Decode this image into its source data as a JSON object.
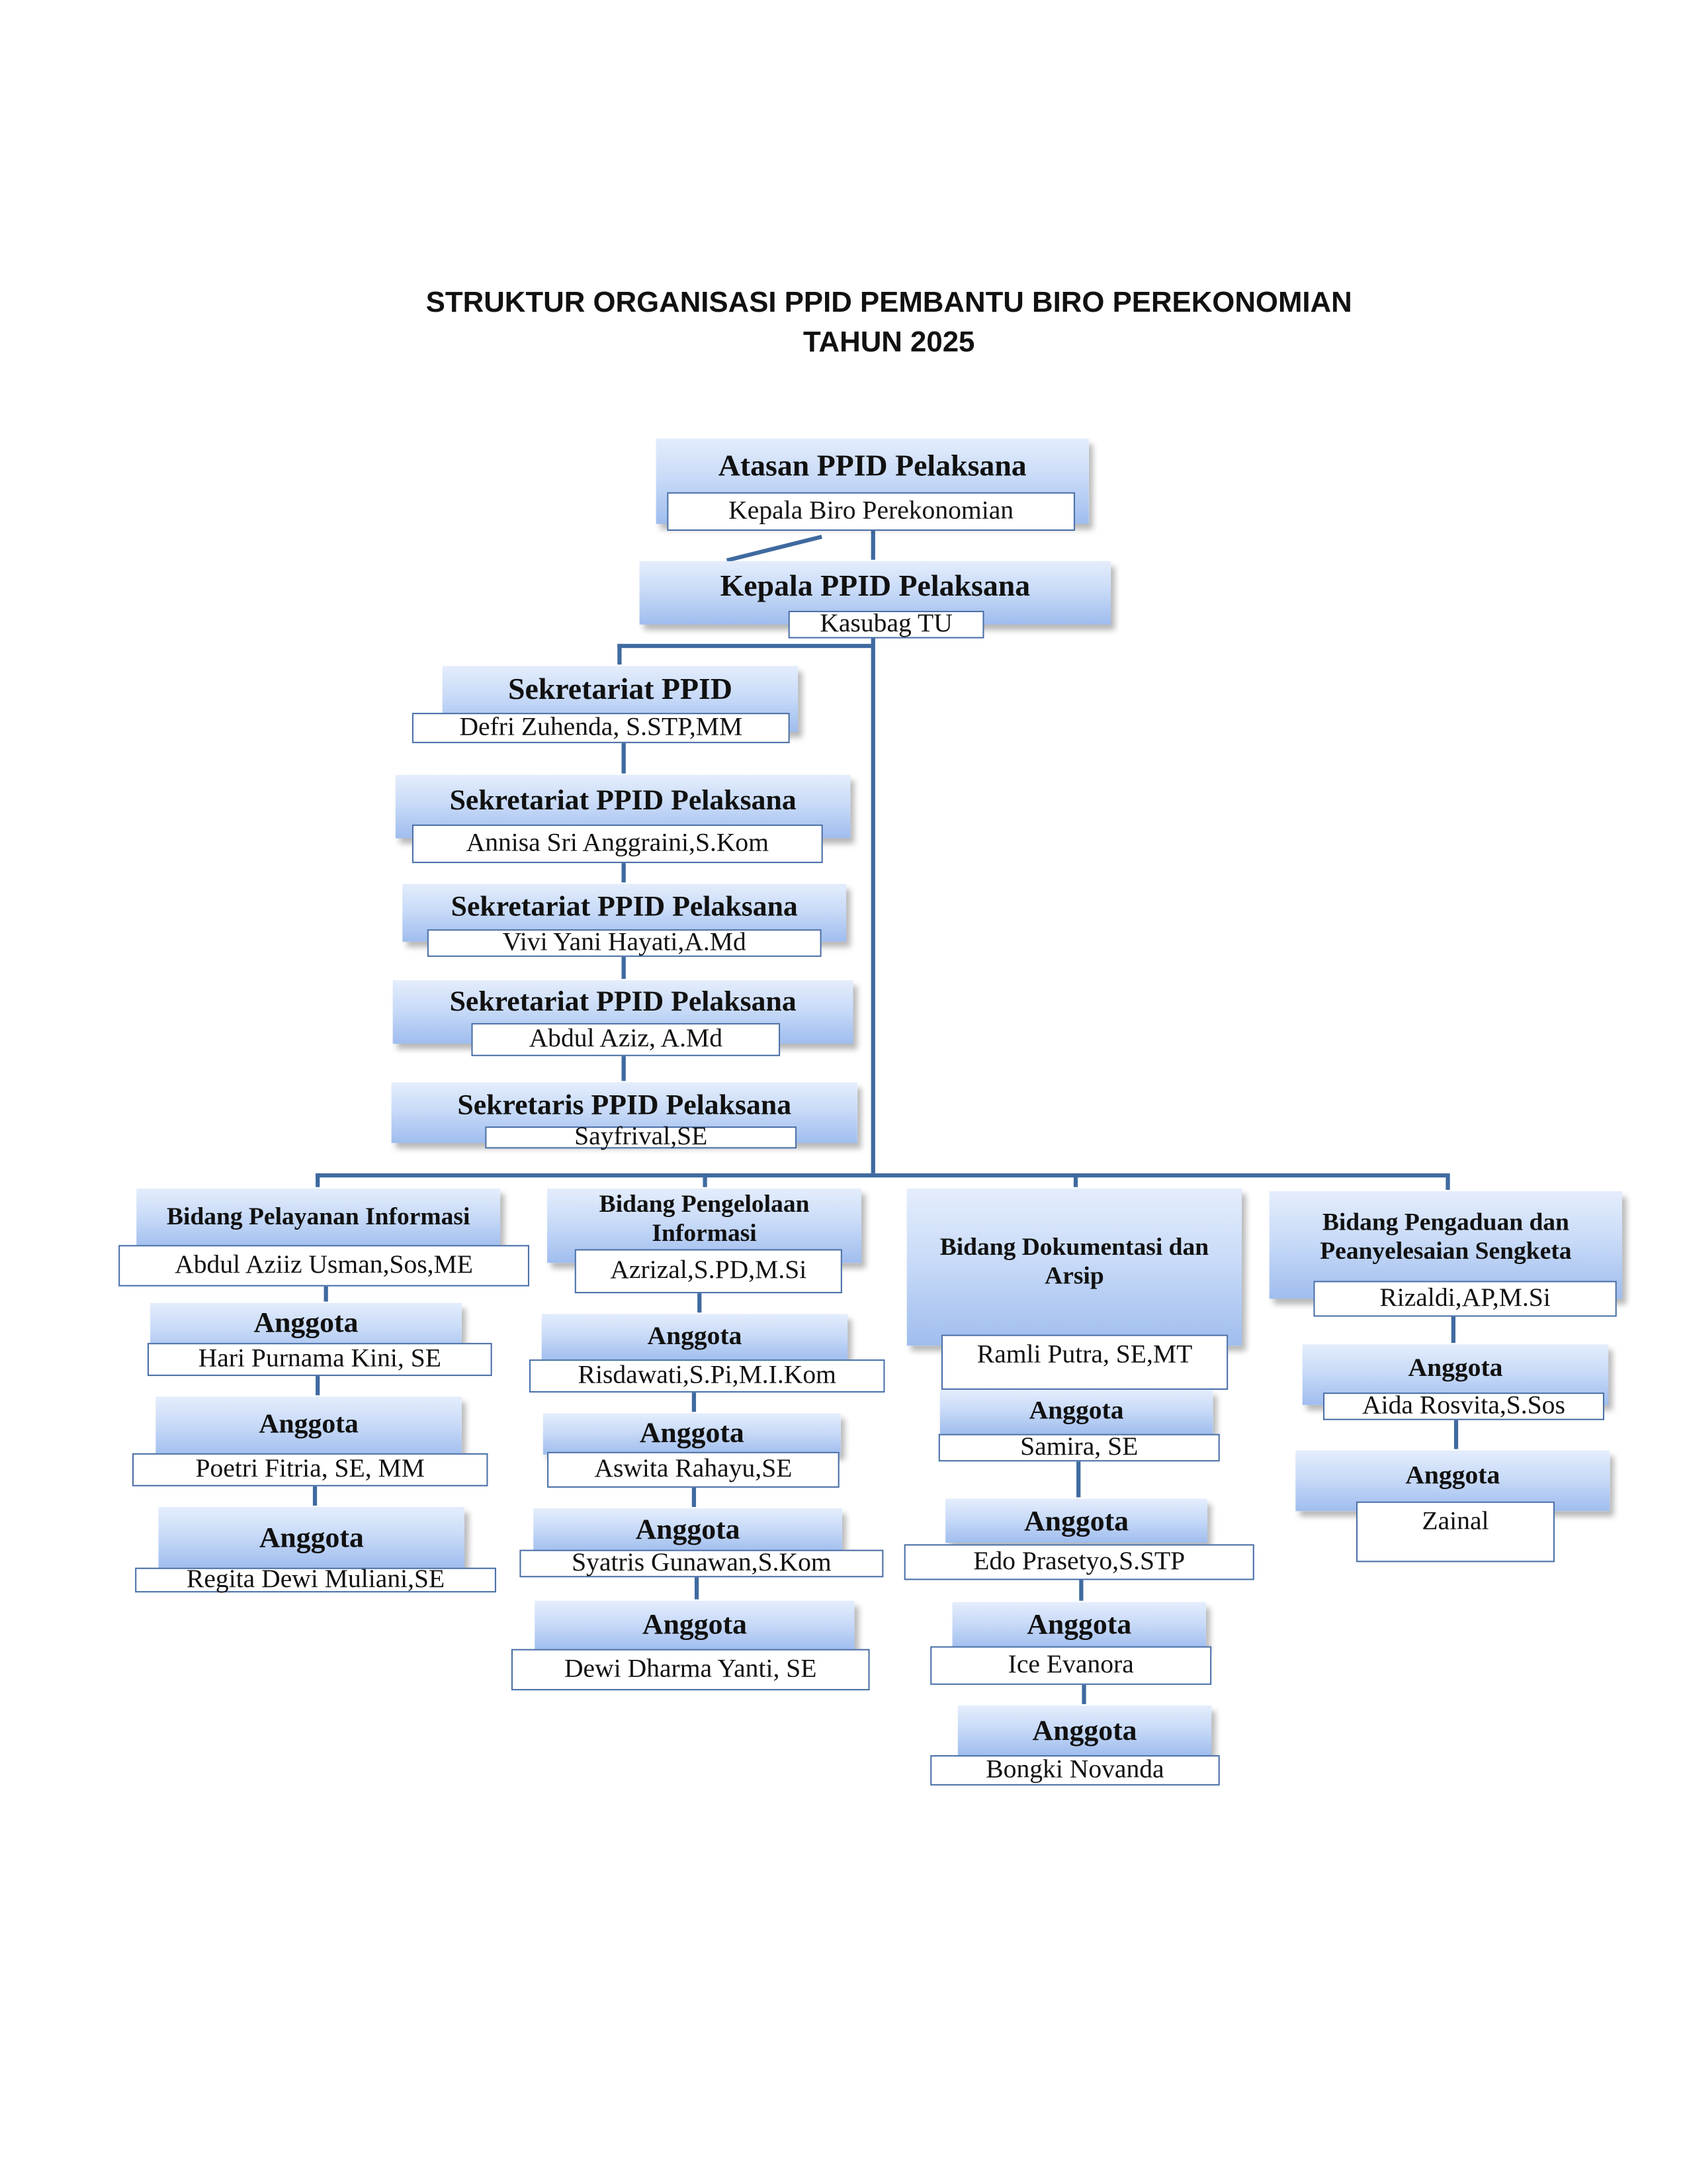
{
  "title": {
    "line1": "STRUKTUR ORGANISASI PPID PEMBANTU BIRO PEREKONOMIAN",
    "line2": "TAHUN 2025"
  },
  "nodes": [
    {
      "role": "Atasan PPID Pelaksana",
      "name": "Kepala Biro Perekonomian"
    },
    {
      "role": "Kepala PPID Pelaksana",
      "name": "Kasubag TU"
    },
    {
      "role": "Sekretariat PPID",
      "name": "Defri Zuhenda, S.STP,MM"
    },
    {
      "role": "Sekretariat PPID Pelaksana",
      "name": "Annisa Sri Anggraini,S.Kom"
    },
    {
      "role": "Sekretariat PPID Pelaksana",
      "name": "Vivi Yani Hayati,A.Md"
    },
    {
      "role": "Sekretariat PPID Pelaksana",
      "name": "Abdul Aziz, A.Md"
    },
    {
      "role": "Sekretaris PPID Pelaksana",
      "name": "Sayfrival,SE"
    },
    {
      "role": "Bidang Pelayanan Informasi",
      "name": "Abdul Aziiz Usman,Sos,ME"
    },
    {
      "role": "Anggota",
      "name": "Hari Purnama Kini, SE"
    },
    {
      "role": "Anggota",
      "name": "Poetri Fitria, SE, MM"
    },
    {
      "role": "Anggota",
      "name": "Regita Dewi Muliani,SE"
    },
    {
      "role": "Bidang Pengelolaan Informasi",
      "name": "Azrizal,S.PD,M.Si"
    },
    {
      "role": "Anggota",
      "name": "Risdawati,S.Pi,M.I.Kom"
    },
    {
      "role": "Anggota",
      "name": "Aswita Rahayu,SE"
    },
    {
      "role": "Anggota",
      "name": "Syatris Gunawan,S.Kom"
    },
    {
      "role": "Anggota",
      "name": "Dewi Dharma Yanti, SE"
    },
    {
      "role": "Bidang Dokumentasi dan Arsip",
      "name": "Ramli Putra, SE,MT"
    },
    {
      "role": "Anggota",
      "name": "Samira, SE"
    },
    {
      "role": "Anggota",
      "name": "Edo Prasetyo,S.STP"
    },
    {
      "role": "Anggota",
      "name": "Ice Evanora"
    },
    {
      "role": "Anggota",
      "name": "Bongki Novanda"
    },
    {
      "role": "Bidang Pengaduan dan Peanyelesaian Sengketa",
      "name": "Rizaldi,AP,M.Si"
    },
    {
      "role": "Anggota",
      "name": "Aida Rosvita,S.Sos"
    },
    {
      "role": "Anggota",
      "name": "Zainal"
    }
  ],
  "colors": {
    "line": "#3f6aa0",
    "box_border": "#4a70a8",
    "header_top": "#e4edfc",
    "header_bottom": "#9fbdee"
  }
}
